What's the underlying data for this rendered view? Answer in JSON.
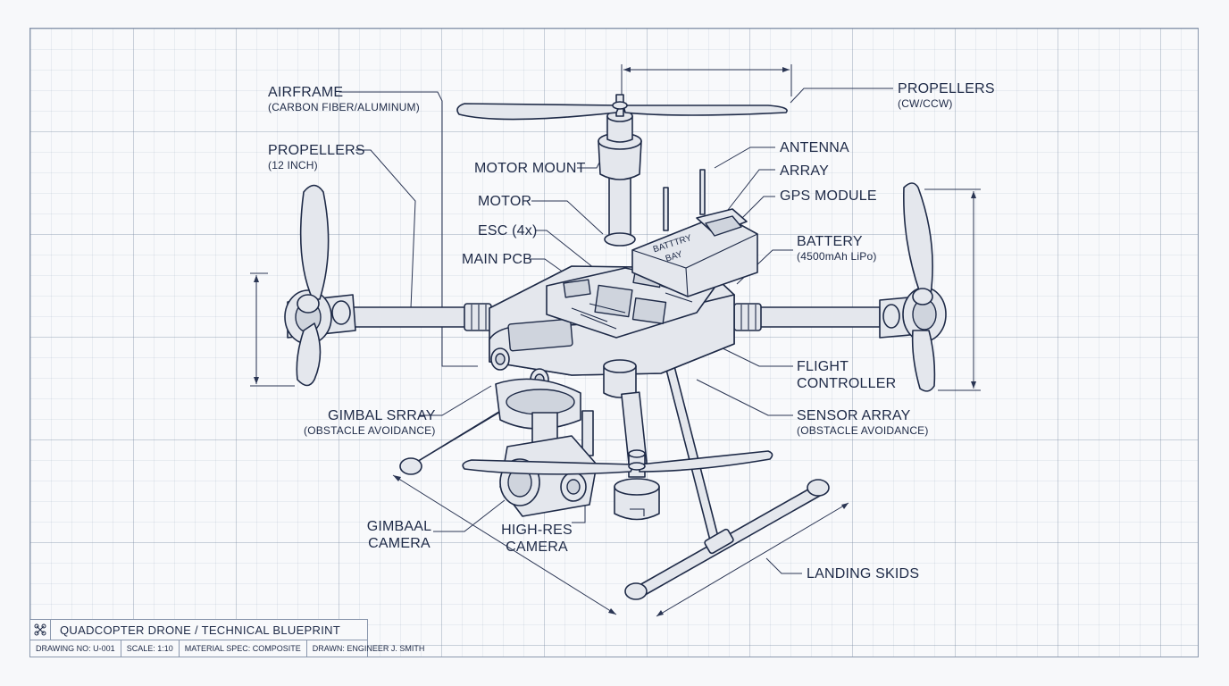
{
  "labels": {
    "airframe": {
      "title": "AIRFRAME",
      "sub": "(CARBON FIBER/ALUMINUM)"
    },
    "propellers_left": {
      "title": "PROPELLERS",
      "sub": "(12 INCH)"
    },
    "propellers_top": {
      "title": "PROPELLERS",
      "sub": "(CW/CCW)"
    },
    "motor_mount": {
      "title": "MOTOR MOUNT"
    },
    "motor": {
      "title": "MOTOR"
    },
    "esc": {
      "title": "ESC (4x)"
    },
    "main_pcb": {
      "title": "MAIN PCB"
    },
    "antenna": {
      "title": "ANTENNA"
    },
    "array": {
      "title": "ARRAY"
    },
    "gps_module": {
      "title": "GPS MODULE"
    },
    "battery": {
      "title": "BATTERY",
      "sub": "(4500mAh LiPo)"
    },
    "battery_bay": {
      "line1": "BATTTRY",
      "line2": "BAY"
    },
    "flight_controller": {
      "line1": "FLIGHT",
      "line2": "CONTROLLER"
    },
    "gimbal_array": {
      "title": "GIMBAL SRRAY",
      "sub": "(OBSTACLE AVOIDANCE)"
    },
    "sensor_array": {
      "title": "SENSOR ARRAY",
      "sub": "(OBSTACLE AVOIDANCE)"
    },
    "gimbal_camera": {
      "line1": "GIMBAAL",
      "line2": "CAMERA"
    },
    "highres_camera": {
      "line1": "HIGH-RES",
      "line2": "CAMERA"
    },
    "landing_skids": {
      "title": "LANDING SKIDS"
    }
  },
  "title_block": {
    "icon": "drone-icon",
    "title": "QUADCOPTER DRONE / TECHNICAL BLUEPRINT",
    "drawing_no": "DRAWING NO: U-001",
    "scale": "SCALE: 1:10",
    "material": "MATERIAL SPEC: COMPOSITE",
    "drawn": "DRAWN: ENGINEER J. SMITH"
  },
  "colors": {
    "ink": "#1e2a47",
    "fill": "#e4e7ed",
    "grid": "#8a97ad"
  }
}
